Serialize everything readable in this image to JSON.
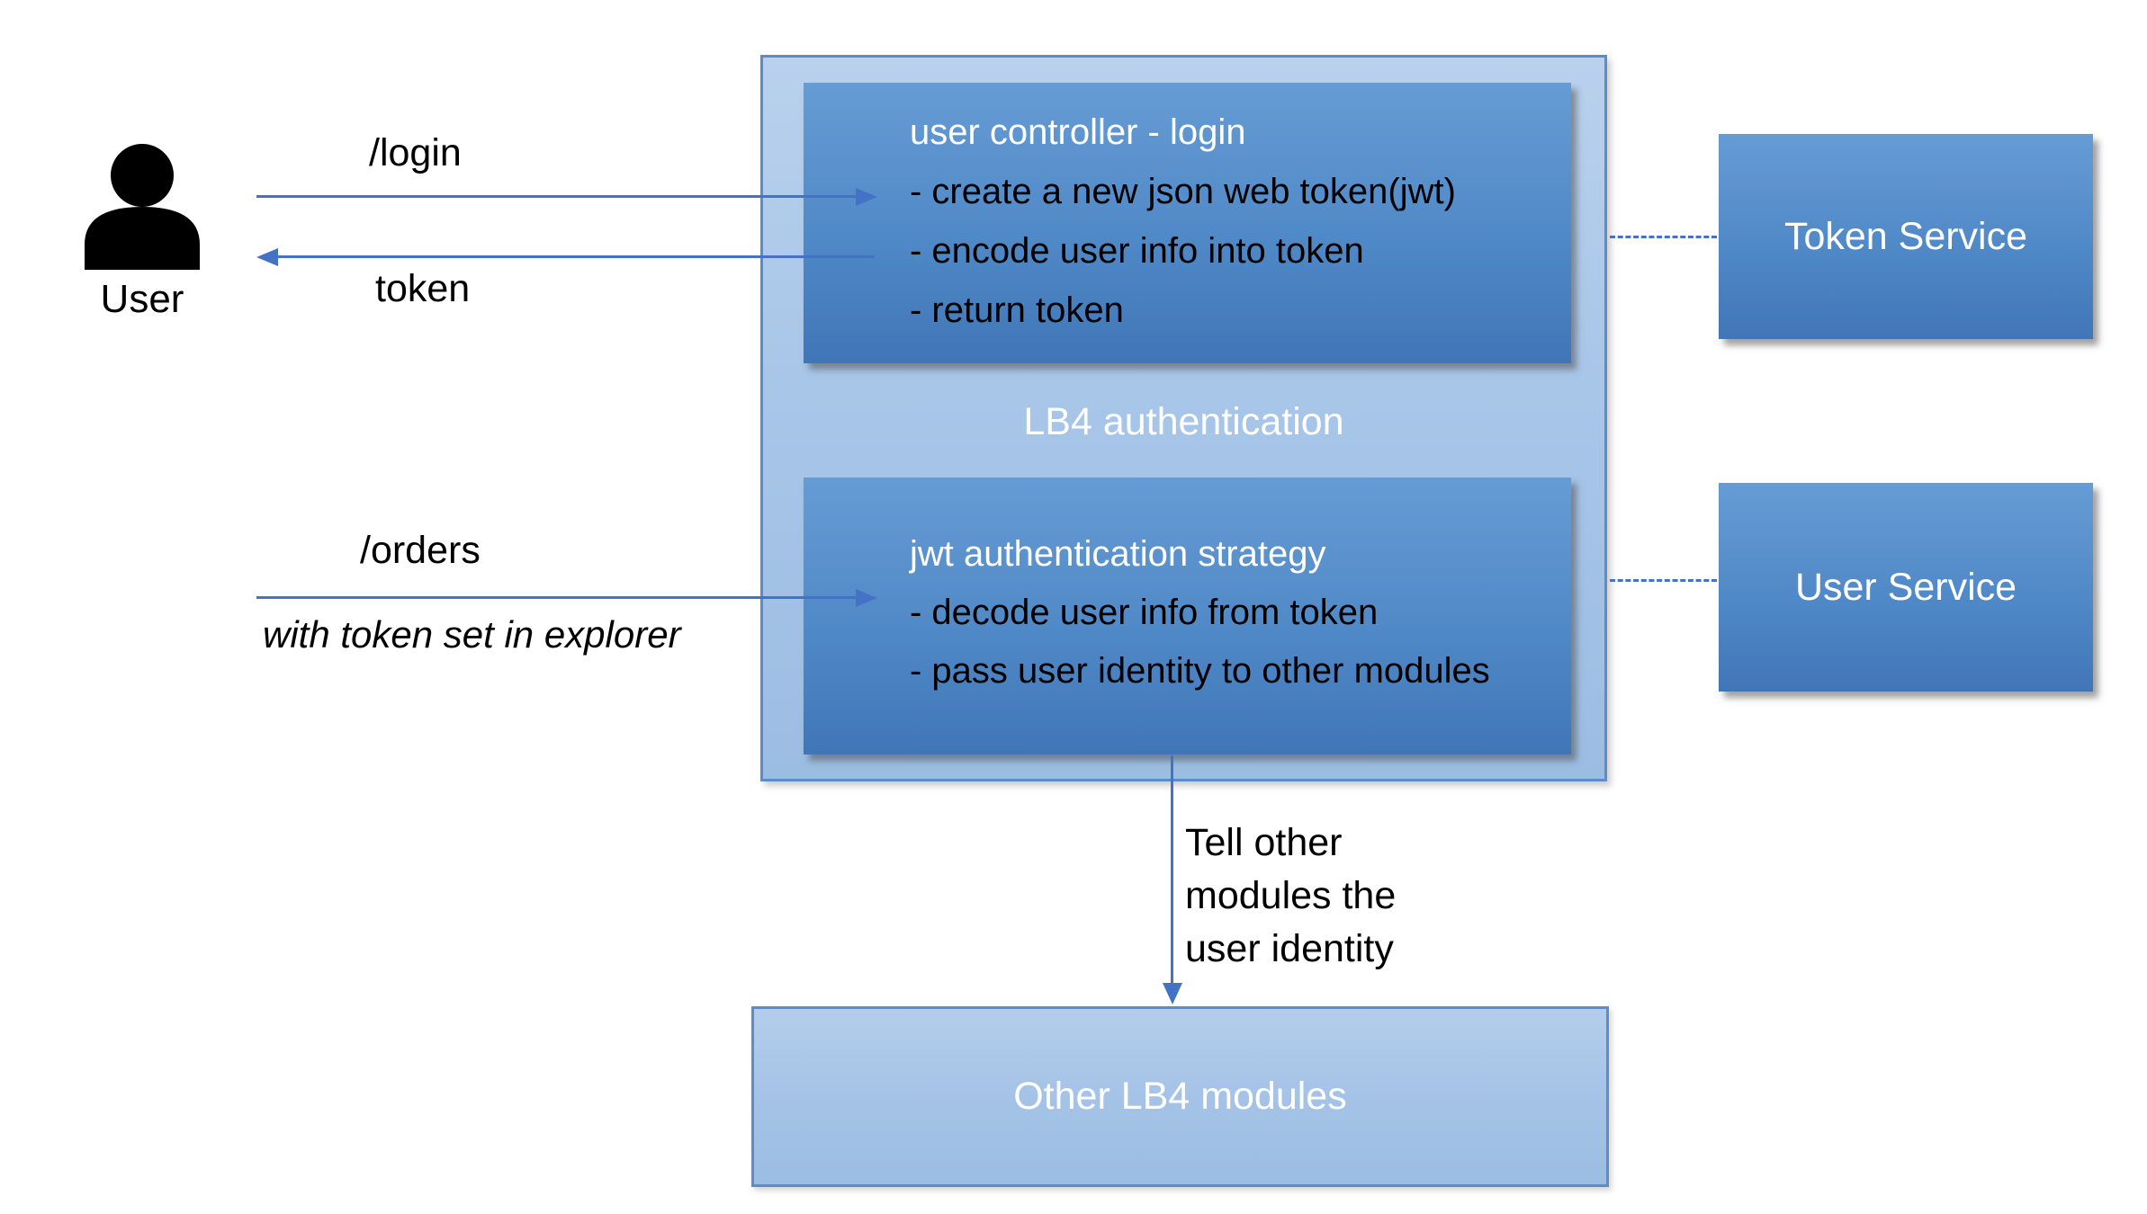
{
  "diagram": {
    "user": {
      "label": "User"
    },
    "messages": {
      "login": "/login",
      "token": "token",
      "orders": "/orders",
      "orders_note": "with token set in explorer"
    },
    "lb4": {
      "label": "LB4 authentication",
      "controller": {
        "title": "user controller - login",
        "bullets": [
          "- create a new json web token(jwt)",
          "- encode user info into token",
          "- return token"
        ]
      },
      "strategy": {
        "title": "jwt authentication strategy",
        "bullets": [
          "- decode user info from token",
          "- pass user identity to other modules"
        ]
      }
    },
    "services": {
      "token": "Token Service",
      "user": "User Service"
    },
    "other_modules": {
      "label": "Other LB4 modules"
    },
    "tell_note_lines": [
      "Tell other",
      "modules the",
      "user identity"
    ]
  },
  "colors": {
    "arrow": "#4472C4",
    "box_border": "#5E8BC9",
    "light_box_top": "#B9D1ED",
    "light_box_bottom": "#9CBDE2",
    "dark_box_top": "#669CD5",
    "dark_box_bottom": "#4076B8",
    "title_text": "#FFFFFF",
    "body_text": "#000000"
  }
}
